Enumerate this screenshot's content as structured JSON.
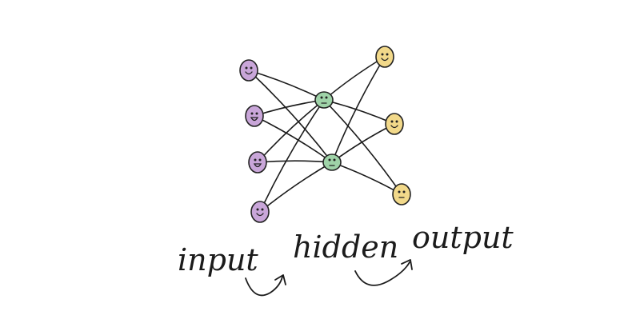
{
  "colors": {
    "input": "#c9a6d9",
    "hidden": "#9fd3a8",
    "output": "#f2d98a",
    "ink": "#1b1b1b"
  },
  "network": {
    "input_nodes": 4,
    "hidden_nodes": 2,
    "output_nodes": 3,
    "connectivity": "fully-connected between adjacent layers"
  },
  "labels": {
    "input": "input",
    "hidden": "hidden",
    "output": "output"
  },
  "arrows": [
    {
      "from": "input",
      "to": "hidden"
    },
    {
      "from": "hidden",
      "to": "output"
    }
  ]
}
